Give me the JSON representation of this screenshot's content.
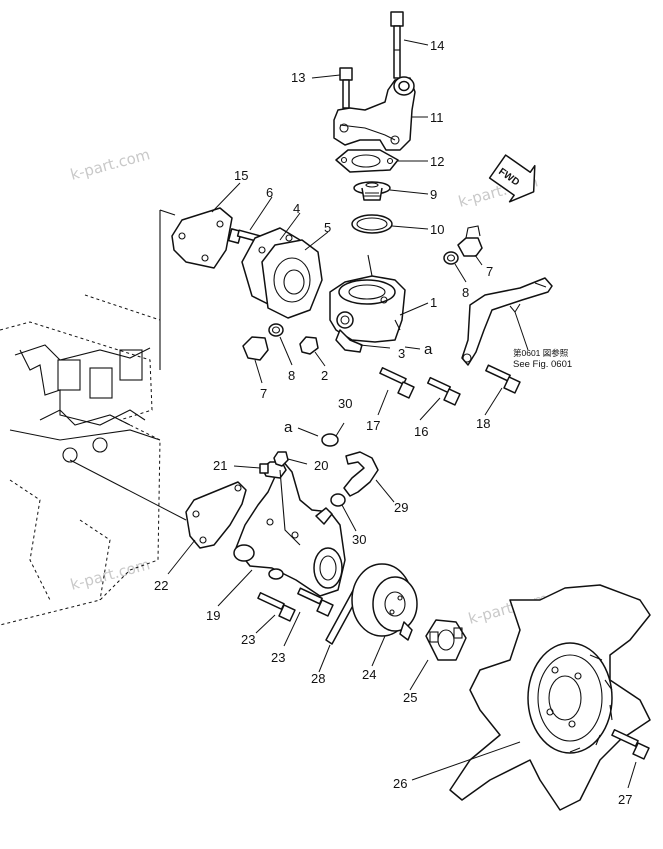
{
  "watermark": "k-part.com",
  "fwd_label": "FWD",
  "ref_note_line1": "第0601 図参照",
  "ref_note_line2": "See Fig. 0601",
  "marker": "a",
  "parts": [
    "1",
    "2",
    "3",
    "4",
    "5",
    "6",
    "7",
    "8",
    "9",
    "10",
    "11",
    "12",
    "13",
    "14",
    "15",
    "16",
    "17",
    "18",
    "19",
    "20",
    "21",
    "22",
    "23",
    "24",
    "25",
    "26",
    "27",
    "28",
    "29",
    "30"
  ]
}
